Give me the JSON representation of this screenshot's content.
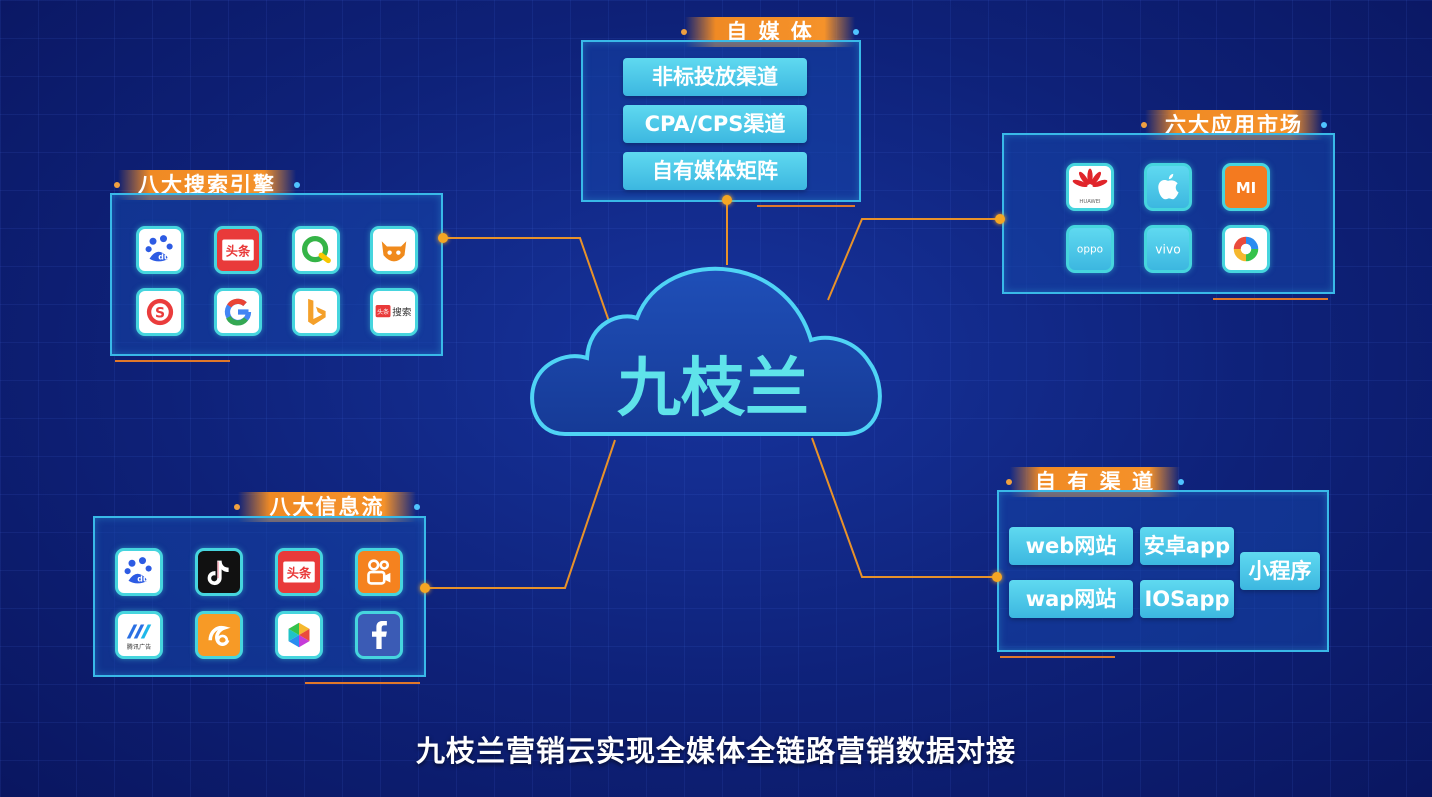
{
  "center": {
    "name": "九枝兰"
  },
  "self_media": {
    "title": "自 媒 体",
    "items": [
      "非标投放渠道",
      "CPA/CPS渠道",
      "自有媒体矩阵"
    ]
  },
  "search_engines": {
    "title": "八大搜索引擎",
    "icons": [
      "baidu-icon",
      "toutiao-icon",
      "360-search-icon",
      "cheetah-icon",
      "sogou-icon",
      "google-icon",
      "bing-icon",
      "toutiao-search-icon"
    ],
    "toutiao_label": "头条",
    "toutiao_search_label": "搜索"
  },
  "app_markets": {
    "title": "六大应用市场",
    "icons": [
      "huawei-icon",
      "apple-icon",
      "xiaomi-icon",
      "oppo-icon",
      "vivo-icon",
      "yingyongbao-icon"
    ],
    "huawei_label": "HUAWEI",
    "oppo_label": "oppo",
    "vivo_label": "vivo",
    "mi_label": "MI"
  },
  "feeds": {
    "title": "八大信息流",
    "icons": [
      "baidu-icon",
      "tiktok-icon",
      "toutiao-icon",
      "kuaishou-icon",
      "tencent-ads-icon",
      "uc-icon",
      "photo-icon",
      "facebook-icon"
    ],
    "toutiao_label": "头条",
    "tencent_label": "腾讯广告"
  },
  "own_channels": {
    "title": "自 有 渠 道",
    "items": {
      "web": "web网站",
      "android": "安卓app",
      "mini": "小程序",
      "wap": "wap网站",
      "ios": "IOSapp"
    }
  },
  "caption": "九枝兰营销云实现全媒体全链路营销数据对接",
  "colors": {
    "accent": "#f08a24",
    "frame": "#39b9e8",
    "pill": "#4cc7e8",
    "background": "#0e2178"
  }
}
